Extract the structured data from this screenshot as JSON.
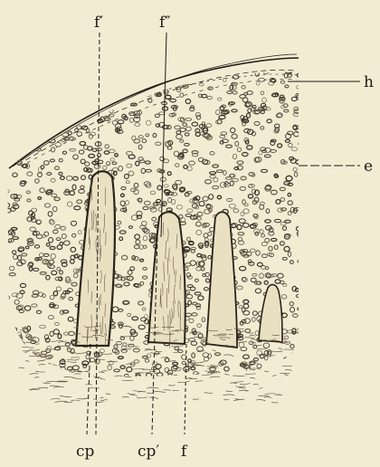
{
  "figure": {
    "labels": {
      "f_prime": "f′",
      "f_double_prime": "f″",
      "h": "h",
      "e": "e",
      "cp": "cp",
      "cp_prime": "cp′",
      "f": "f"
    },
    "colors": {
      "paper": "#f2ecd3",
      "ink": "#1f1a14",
      "cell": "#3a3027",
      "cell_light": "#6a5c4c"
    }
  }
}
